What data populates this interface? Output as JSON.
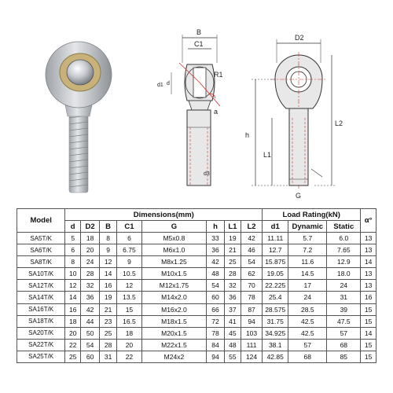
{
  "figure": {
    "labels": {
      "B": "B",
      "C1": "C1",
      "R1": "R1",
      "d1": "d1",
      "d": "d",
      "alpha": "a",
      "d3": "d3",
      "D2": "D2",
      "h": "h",
      "L1": "L1",
      "L2": "L2",
      "G": "G"
    },
    "colors": {
      "body": "#c9ccd0",
      "brass": "#c8b279",
      "outline": "#333333",
      "red_lines": "#d13030",
      "drawing_fill": "#e8e8e8"
    }
  },
  "table": {
    "model_header": "Model",
    "dimensions_header": "Dimensions(mm)",
    "load_header": "Load Rating(kN)",
    "alpha_header": "α°",
    "columns": [
      "d",
      "D2",
      "B",
      "C1",
      "G",
      "h",
      "L1",
      "L2",
      "d1",
      "Dynamic",
      "Static"
    ],
    "rows": [
      {
        "model": "SA5T/K",
        "cells": [
          "5",
          "18",
          "8",
          "6",
          "M5x0.8",
          "33",
          "19",
          "42",
          "11.11",
          "5.7",
          "6.0",
          "13"
        ]
      },
      {
        "model": "SA6T/K",
        "cells": [
          "6",
          "20",
          "9",
          "6.75",
          "M6x1.0",
          "36",
          "21",
          "46",
          "12.7",
          "7.2",
          "7.65",
          "13"
        ]
      },
      {
        "model": "SA8T/K",
        "cells": [
          "8",
          "24",
          "12",
          "9",
          "M8x1.25",
          "42",
          "25",
          "54",
          "15.875",
          "11.6",
          "12.9",
          "14"
        ]
      },
      {
        "model": "SA10T/K",
        "cells": [
          "10",
          "28",
          "14",
          "10.5",
          "M10x1.5",
          "48",
          "28",
          "62",
          "19.05",
          "14.5",
          "18.0",
          "13"
        ]
      },
      {
        "model": "SA12T/K",
        "cells": [
          "12",
          "32",
          "16",
          "12",
          "M12x1.75",
          "54",
          "32",
          "70",
          "22.225",
          "17",
          "24",
          "13"
        ]
      },
      {
        "model": "SA14T/K",
        "cells": [
          "14",
          "36",
          "19",
          "13.5",
          "M14x2.0",
          "60",
          "36",
          "78",
          "25.4",
          "24",
          "31",
          "16"
        ]
      },
      {
        "model": "SA16T/K",
        "cells": [
          "16",
          "42",
          "21",
          "15",
          "M16x2.0",
          "66",
          "37",
          "87",
          "28.575",
          "28.5",
          "39",
          "15"
        ]
      },
      {
        "model": "SA18T/K",
        "cells": [
          "18",
          "44",
          "23",
          "16.5",
          "M18x1.5",
          "72",
          "41",
          "94",
          "31.75",
          "42.5",
          "47.5",
          "15"
        ]
      },
      {
        "model": "SA20T/K",
        "cells": [
          "20",
          "50",
          "25",
          "18",
          "M20x1.5",
          "78",
          "45",
          "103",
          "34.925",
          "42.5",
          "57",
          "14"
        ]
      },
      {
        "model": "SA22T/K",
        "cells": [
          "22",
          "54",
          "28",
          "20",
          "M22x1.5",
          "84",
          "48",
          "111",
          "38.1",
          "57",
          "68",
          "15"
        ]
      },
      {
        "model": "SA25T/K",
        "cells": [
          "25",
          "60",
          "31",
          "22",
          "M24x2",
          "94",
          "55",
          "124",
          "42.85",
          "68",
          "85",
          "15"
        ]
      }
    ]
  }
}
